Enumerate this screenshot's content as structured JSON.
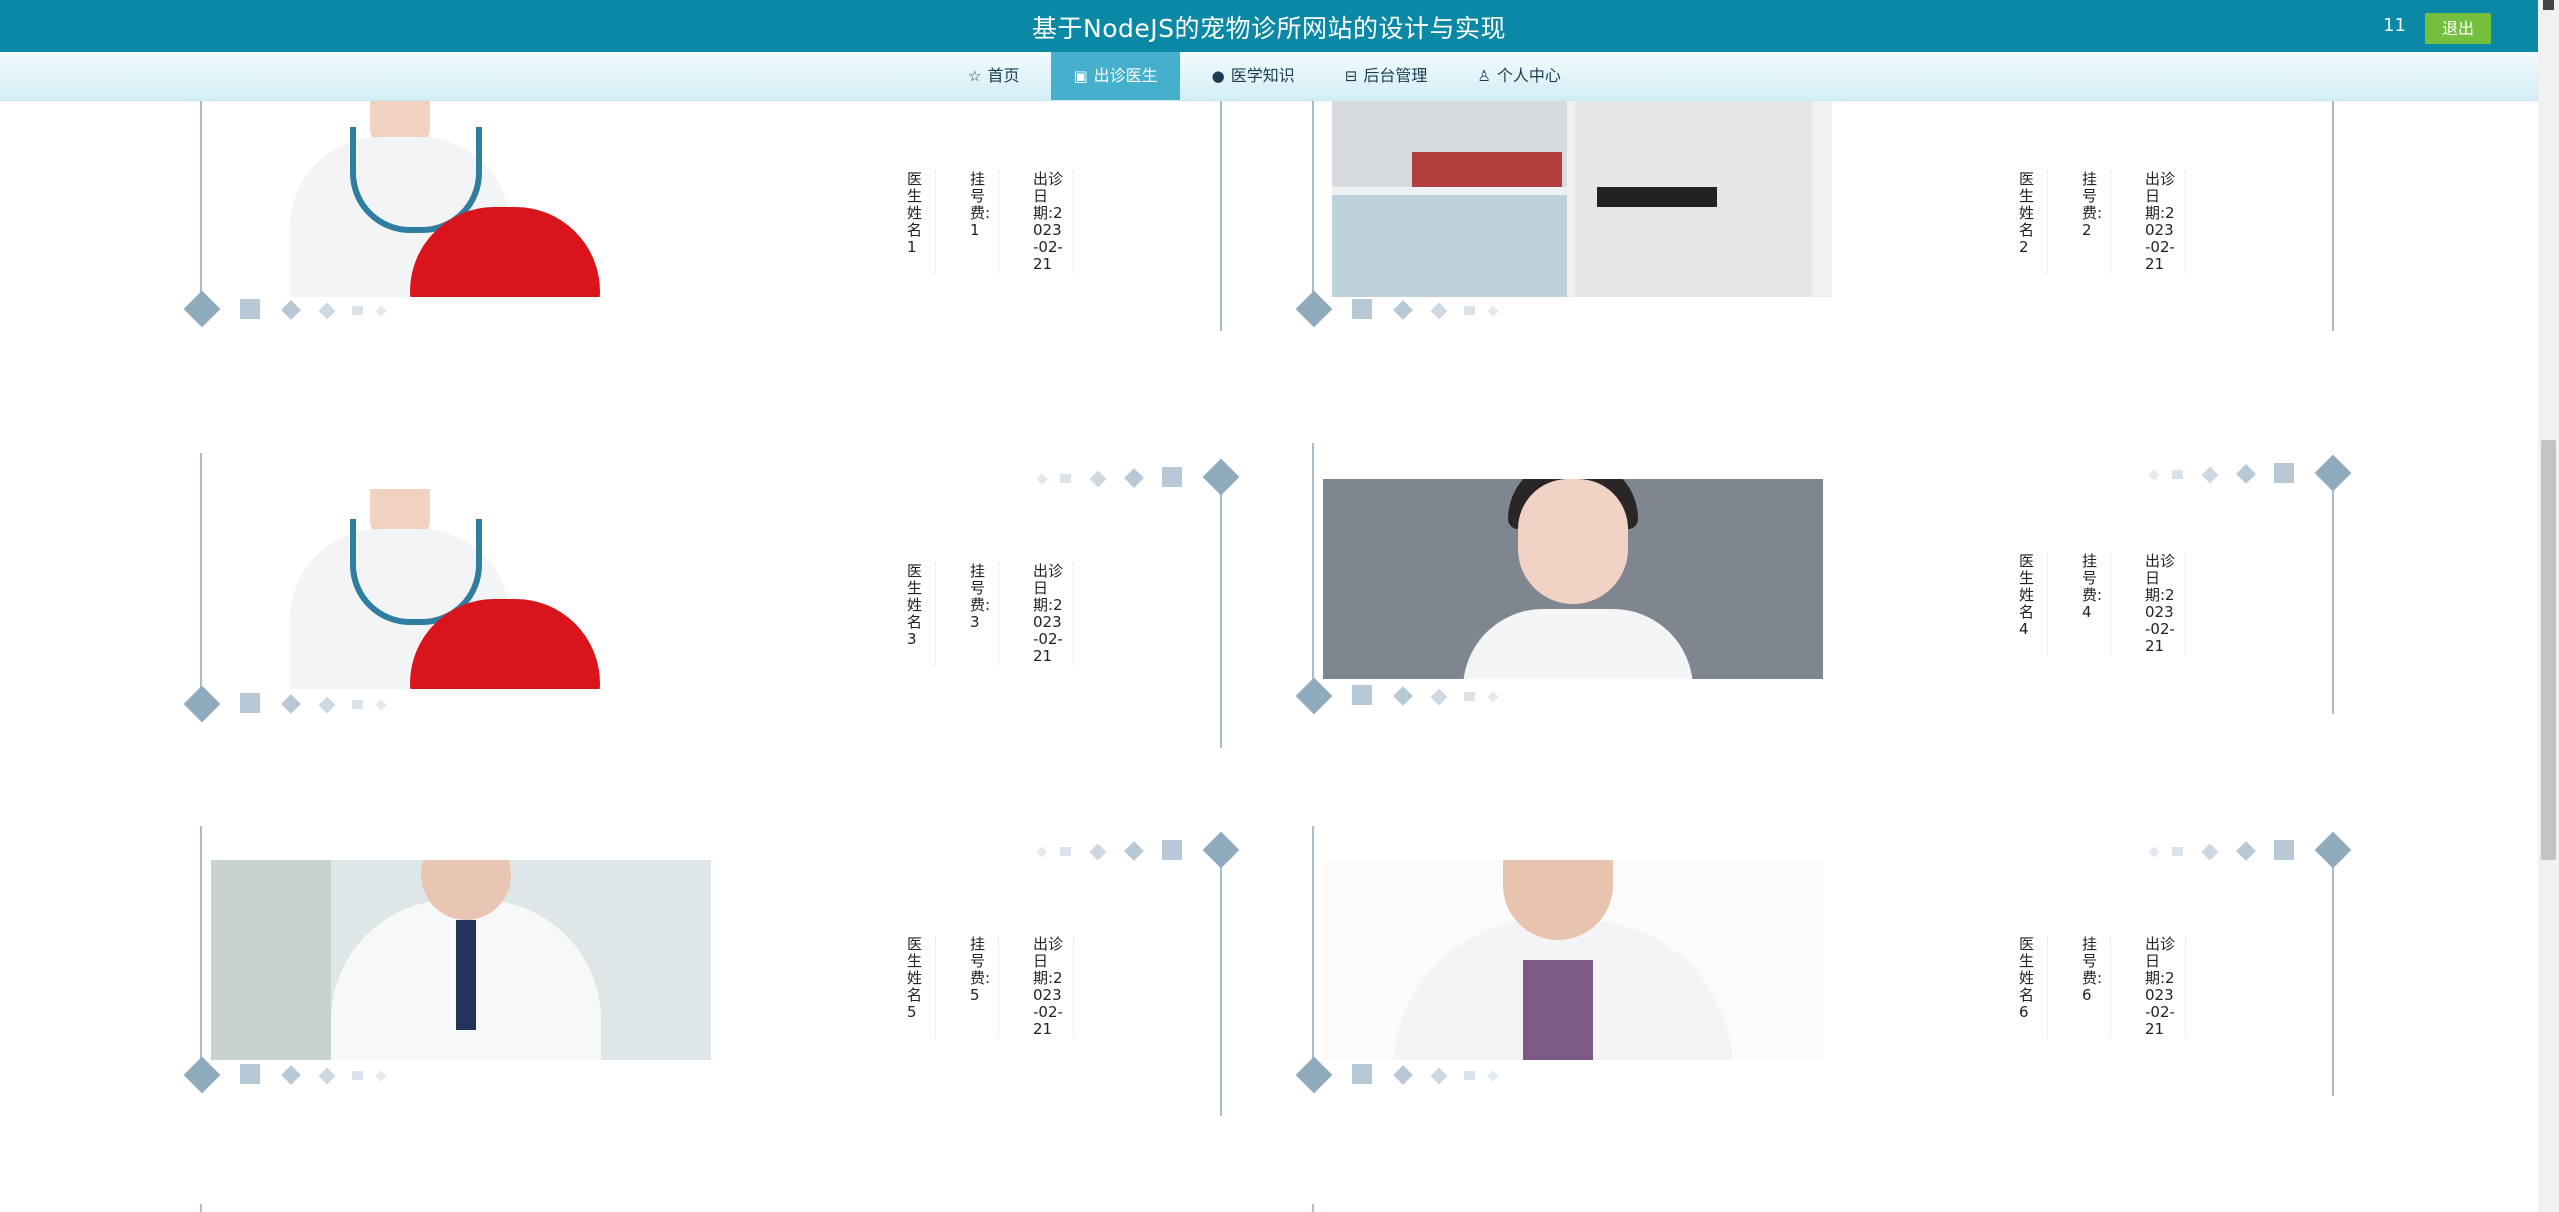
{
  "header": {
    "title": "基于NodeJS的宠物诊所网站的设计与实现",
    "user": "11",
    "logout_label": "退出"
  },
  "nav": {
    "items": [
      {
        "label": "首页",
        "icon": "star-icon"
      },
      {
        "label": "出诊医生",
        "icon": "calendar-icon",
        "active": true
      },
      {
        "label": "医学知识",
        "icon": "info-icon"
      },
      {
        "label": "后台管理",
        "icon": "box-icon"
      },
      {
        "label": "个人中心",
        "icon": "user-icon"
      }
    ]
  },
  "doctors": [
    {
      "name": "医生姓名1",
      "fee": "挂号费:1",
      "date": "出诊日期:2023-02-21"
    },
    {
      "name": "医生姓名2",
      "fee": "挂号费:2",
      "date": "出诊日期:2023-02-21"
    },
    {
      "name": "医生姓名3",
      "fee": "挂号费:3",
      "date": "出诊日期:2023-02-21"
    },
    {
      "name": "医生姓名4",
      "fee": "挂号费:4",
      "date": "出诊日期:2023-02-21"
    },
    {
      "name": "医生姓名5",
      "fee": "挂号费:5",
      "date": "出诊日期:2023-02-21"
    },
    {
      "name": "医生姓名6",
      "fee": "挂号费:6",
      "date": "出诊日期:2023-02-21"
    }
  ],
  "colors": {
    "header_bg": "#0a88a5",
    "nav_active": "#46afcc",
    "logout_bg": "#74bf3e",
    "decor": "#8fa9bd"
  }
}
